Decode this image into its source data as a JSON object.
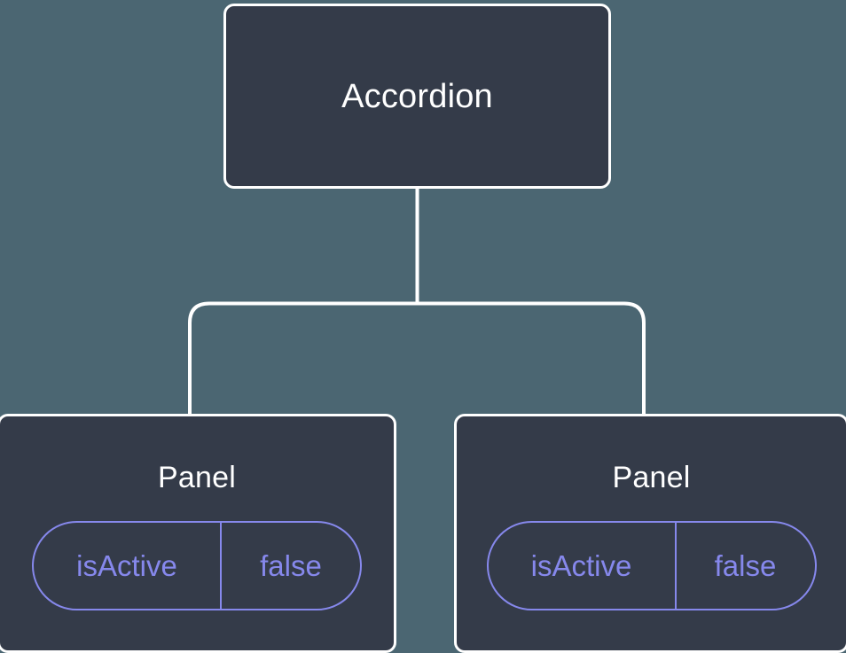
{
  "diagram": {
    "type": "component-tree",
    "background_color": "#4b6672",
    "node_fill_color": "#343b49",
    "node_border_color": "#ffffff",
    "prop_accent_color": "#8688ec",
    "connector_color": "#ffffff",
    "root": {
      "label": "Accordion"
    },
    "children": [
      {
        "label": "Panel",
        "prop": {
          "key": "isActive",
          "value": "false"
        }
      },
      {
        "label": "Panel",
        "prop": {
          "key": "isActive",
          "value": "false"
        }
      }
    ]
  }
}
